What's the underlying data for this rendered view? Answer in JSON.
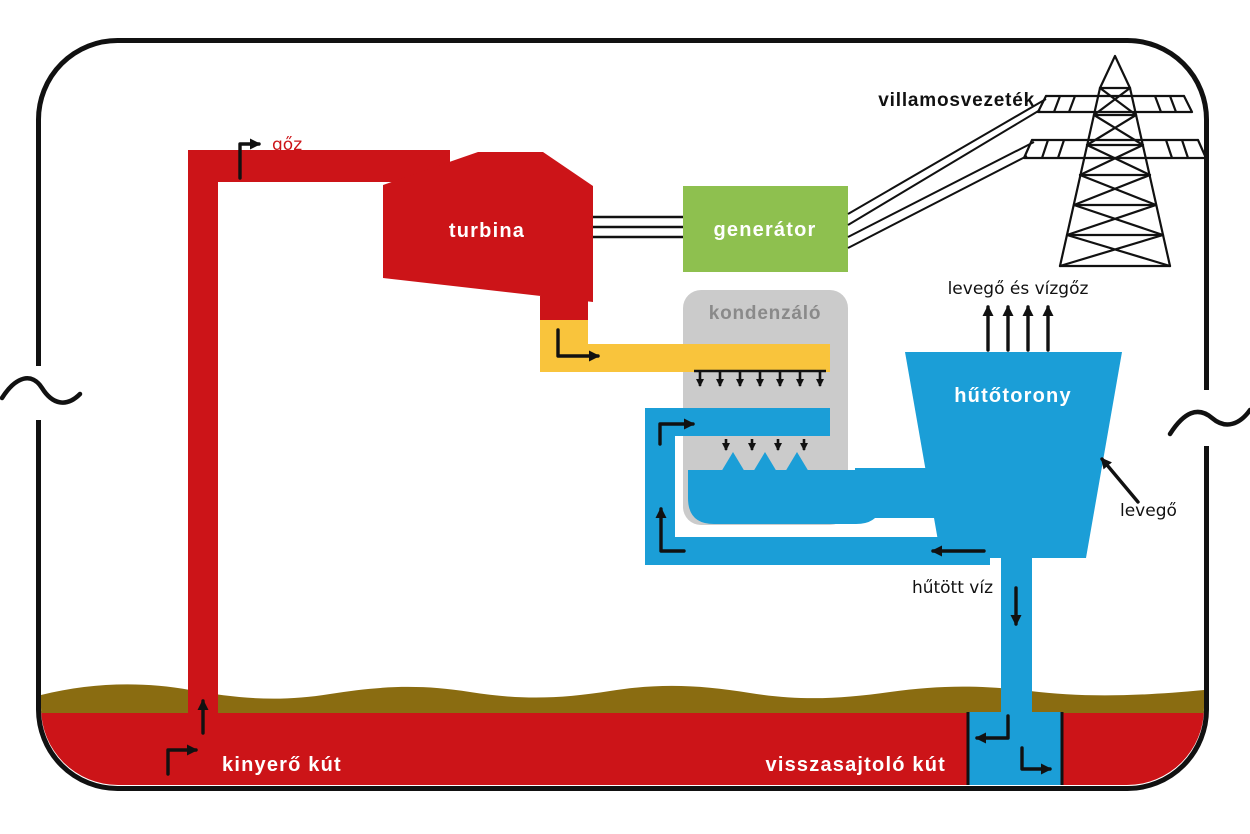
{
  "diagram": {
    "type": "geothermal-power-plant-schematic",
    "labels": {
      "steam": "gőz",
      "turbine": "turbina",
      "generator": "generátor",
      "power_line": "villamosvezeték",
      "condenser": "kondenzáló",
      "cooling_tower": "hűtőtorony",
      "air_and_vapor": "levegő és vízgőz",
      "air": "levegő",
      "cooled_water": "hűtött víz",
      "extraction_well": "kinyerő kút",
      "reinjection_well": "visszasajtoló kút"
    },
    "colors": {
      "steam_red": "#cc1418",
      "generator_green": "#8ec04f",
      "condensate_yellow": "#f9c43c",
      "condenser_gray": "#cbcbcb",
      "condenser_label_gray": "#8a8a8a",
      "water_blue": "#1b9ed7",
      "soil_brown": "#8a6c11",
      "line_black": "#111111",
      "background": "#ffffff"
    }
  }
}
